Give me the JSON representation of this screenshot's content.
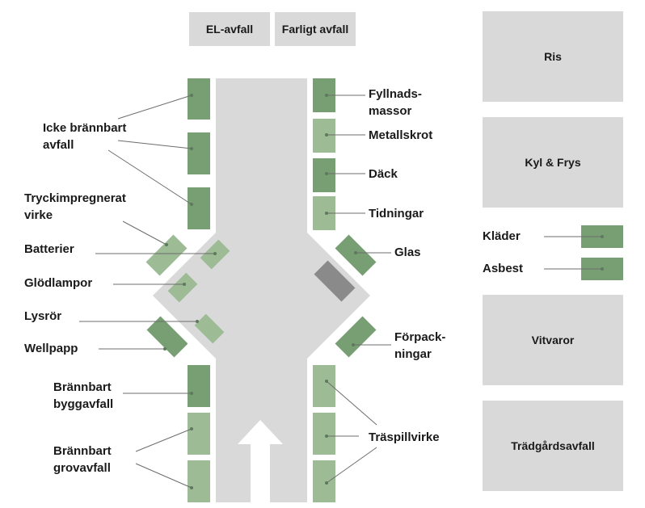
{
  "colors": {
    "road": "#d9d9da",
    "container_dark": "#789f73",
    "container_light": "#9dbb94",
    "compactor": "#8a8a8a",
    "leader_line": "#6d6d6d",
    "text": "#1a1a1a"
  },
  "icons": {
    "entrance": "up-arrow-icon"
  },
  "top_boxes": {
    "el": "EL-avfall",
    "farligt": "Farligt avfall"
  },
  "side_boxes": {
    "ris": "Ris",
    "kyl": "Kyl & Frys",
    "vitvaror": "Vitvaror",
    "tradgard": "Trädgårdsavfall"
  },
  "left_labels": {
    "icke_brannbart": [
      "Icke brännbart",
      "avfall"
    ],
    "tryck": [
      "Tryckimpregnerat",
      "virke"
    ],
    "batterier": "Batterier",
    "glodlampor": "Glödlampor",
    "lysror": "Lysrör",
    "wellpapp": "Wellpapp",
    "brannbart_bygg": [
      "Brännbart",
      "byggavfall"
    ],
    "brannbart_grov": [
      "Brännbart",
      "grovavfall"
    ]
  },
  "right_labels": {
    "fyllnad": [
      "Fyllnads-",
      "massor"
    ],
    "metallskrot": "Metallskrot",
    "dack": "Däck",
    "tidningar": "Tidningar",
    "glas": "Glas",
    "forpack": [
      "Förpack-",
      "ningar"
    ],
    "traspill": "Träspillvirke"
  },
  "legend": {
    "klader": "Kläder",
    "asbest": "Asbest"
  }
}
